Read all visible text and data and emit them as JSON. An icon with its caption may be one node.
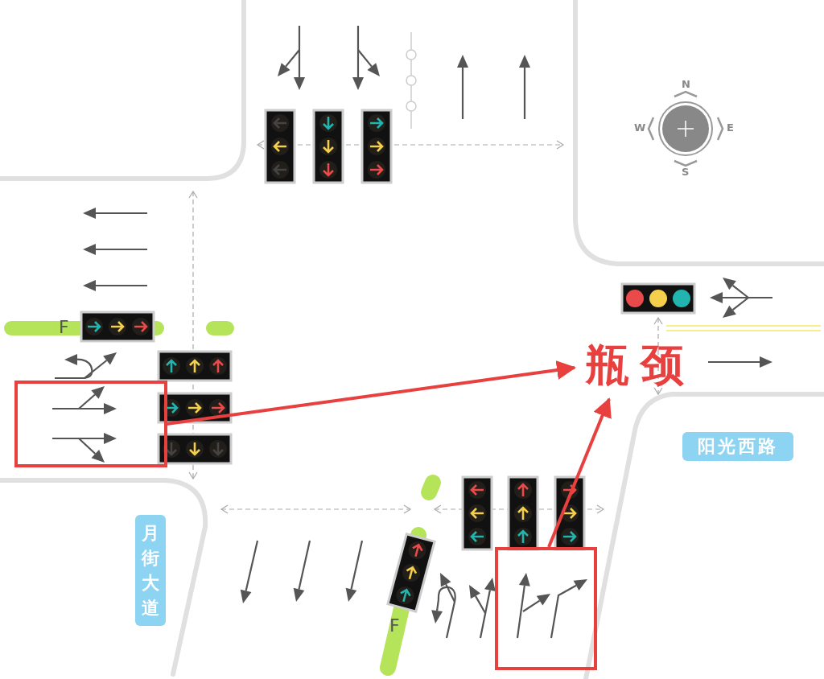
{
  "diagram": {
    "nodes": [
      {
        "text": [],
        "shape": "box"
      },
      {
        "text": [
          "瓶颈"
        ]
      },
      {
        "text": [],
        "shape": "box"
      }
    ],
    "edges": [
      {
        "from": 0,
        "to": 1,
        "arrow": "to",
        "color": "#e8403f"
      },
      {
        "from": 2,
        "to": 1,
        "arrow": "to",
        "color": "#e8403f"
      }
    ],
    "labels": [
      "N",
      "W",
      "E",
      "S",
      "F",
      "阳光西路",
      "月街大道",
      "F"
    ]
  }
}
